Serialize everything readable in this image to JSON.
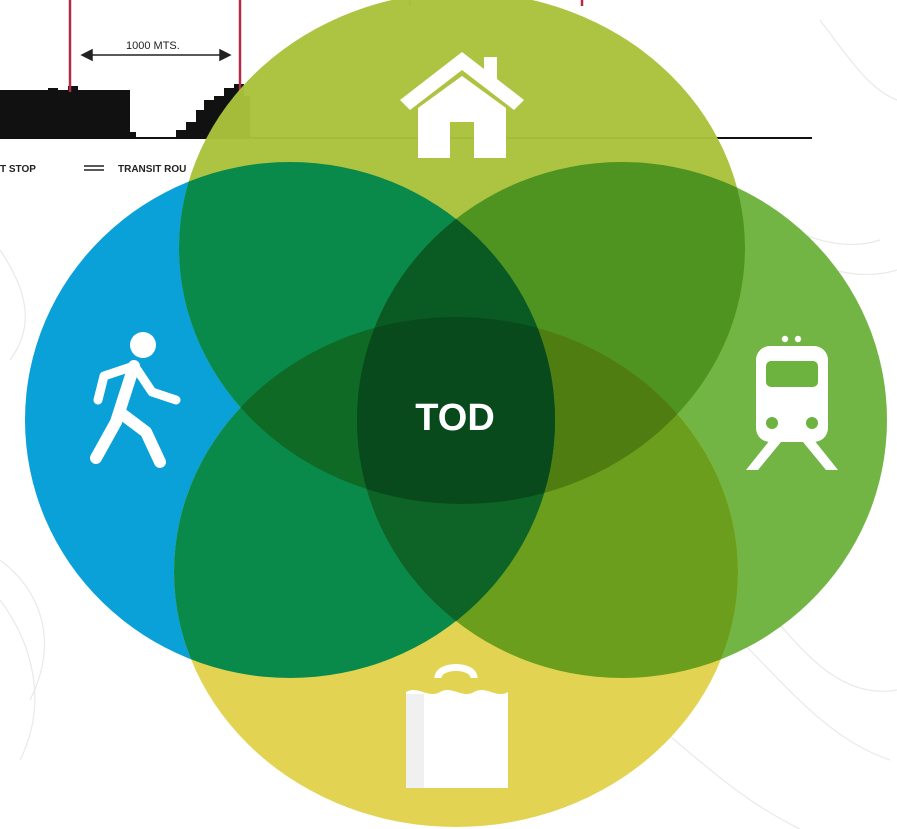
{
  "diagram": {
    "center_label": "TOD",
    "distance_label": "1000 MTS.",
    "legend": {
      "stop_label": "T STOP",
      "route_label": "TRANSIT ROU"
    },
    "circles": [
      {
        "name": "housing",
        "icon": "house-icon",
        "color": "#aac23c"
      },
      {
        "name": "walking",
        "icon": "pedestrian-icon",
        "color": "#0aa0d8"
      },
      {
        "name": "transit",
        "icon": "train-icon",
        "color": "#6db33f"
      },
      {
        "name": "shopping",
        "icon": "shopping-bag-icon",
        "color": "#e2d24c"
      }
    ],
    "colors": {
      "transit_line": "#b02d4a",
      "skyline": "#111111",
      "center": "#0a5a2a"
    }
  }
}
